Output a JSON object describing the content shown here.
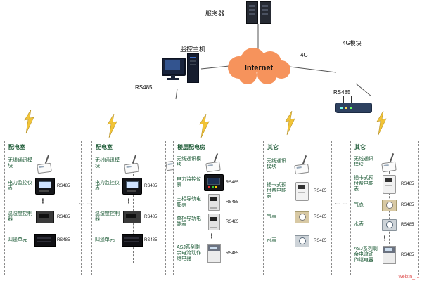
{
  "top": {
    "server_label": "服务器",
    "host_label": "监控主机",
    "cloud_label": "Internet",
    "link_4g_label": "4G",
    "module_4g_label": "4G模块",
    "rs485_left": "RS485",
    "rs485_right": "RS485"
  },
  "colors": {
    "cloud_orange": "#f6935c",
    "bolt_yellow": "#f2c437",
    "zone_text_green": "#1f5c38"
  },
  "misc": {
    "vdots": "⋮",
    "hdots_left": "……",
    "hdots_right": "……",
    "watermark": "weixin_…"
  },
  "zones": [
    {
      "title": "配电室",
      "devices": [
        {
          "label": "无线通讯模块",
          "rs485": ""
        },
        {
          "label": "电力监控仪表",
          "rs485": "RS485"
        },
        {
          "label": "温湿度控制器",
          "rs485": "RS485"
        },
        {
          "label": "四遥单元",
          "rs485": "RS485"
        }
      ]
    },
    {
      "title": "配电室",
      "devices": [
        {
          "label": "无线通讯模块",
          "rs485": ""
        },
        {
          "label": "电力监控仪表",
          "rs485": "RS485"
        },
        {
          "label": "温湿度控制器",
          "rs485": "RS485"
        },
        {
          "label": "四遥单元",
          "rs485": "RS485"
        }
      ]
    },
    {
      "title": "楼层配电房",
      "devices": [
        {
          "label": "无线通讯模块",
          "rs485": ""
        },
        {
          "label": "电力监控仪表",
          "rs485": "RS485"
        },
        {
          "label": "三相导轨电能表",
          "rs485": "RS485"
        },
        {
          "label": "单相导轨电能表",
          "rs485": "RS485"
        },
        {
          "label": "ASJ系列剩余电流动作继电器",
          "rs485": "RS485"
        }
      ]
    },
    {
      "title": "其它",
      "devices": [
        {
          "label": "无线通讯模块",
          "rs485": ""
        },
        {
          "label": "插卡式预付费电能表",
          "rs485": "RS485"
        },
        {
          "label": "气表",
          "rs485": "RS485"
        },
        {
          "label": "水表",
          "rs485": "RS485"
        }
      ]
    },
    {
      "title": "其它",
      "devices": [
        {
          "label": "无线通讯模块",
          "rs485": ""
        },
        {
          "label": "插卡式预付费电能表",
          "rs485": "RS485"
        },
        {
          "label": "气表",
          "rs485": "RS485"
        },
        {
          "label": "水表",
          "rs485": "RS485"
        },
        {
          "label": "ASJ系列剩余电流动作继电器",
          "rs485": "RS485"
        }
      ]
    }
  ]
}
